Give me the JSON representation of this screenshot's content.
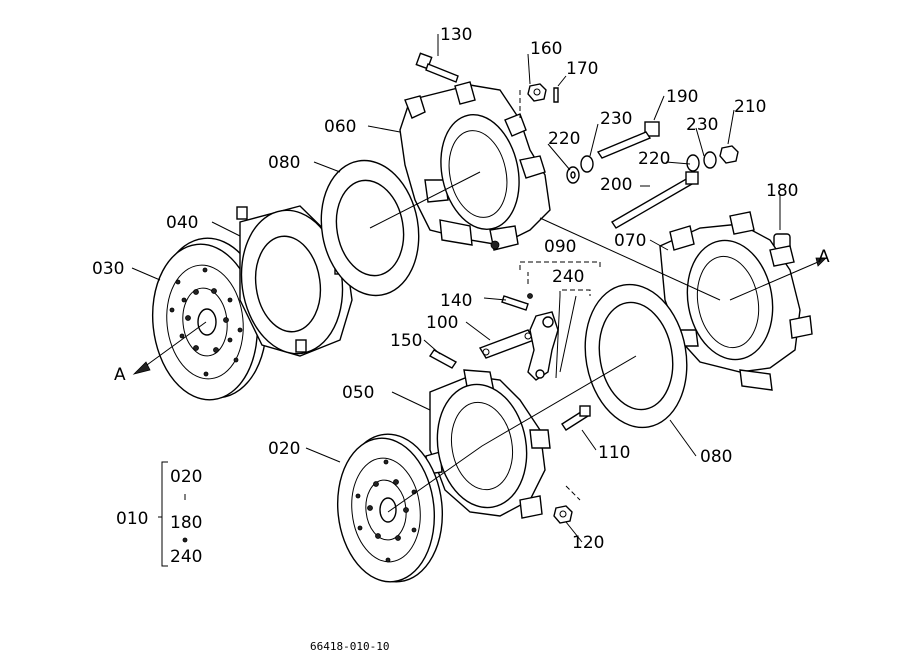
{
  "labels": {
    "p130": "130",
    "p160": "160",
    "p170": "170",
    "p060": "060",
    "p220a": "220",
    "p230a": "230",
    "p190": "190",
    "p230b": "230",
    "p210": "210",
    "p220b": "220",
    "p080a": "080",
    "p200": "200",
    "p180": "180",
    "p040": "040",
    "p090": "090",
    "p070": "070",
    "p030": "030",
    "p240": "240",
    "p140": "140",
    "p100": "100",
    "p150": "150",
    "p050": "050",
    "p110": "110",
    "p080b": "080",
    "p020": "020",
    "p120": "120"
  },
  "arrows": {
    "left": "A",
    "right": "A"
  },
  "group": {
    "id": "010",
    "items": [
      "020",
      "180",
      "240"
    ]
  },
  "caption": "66418-010-10"
}
